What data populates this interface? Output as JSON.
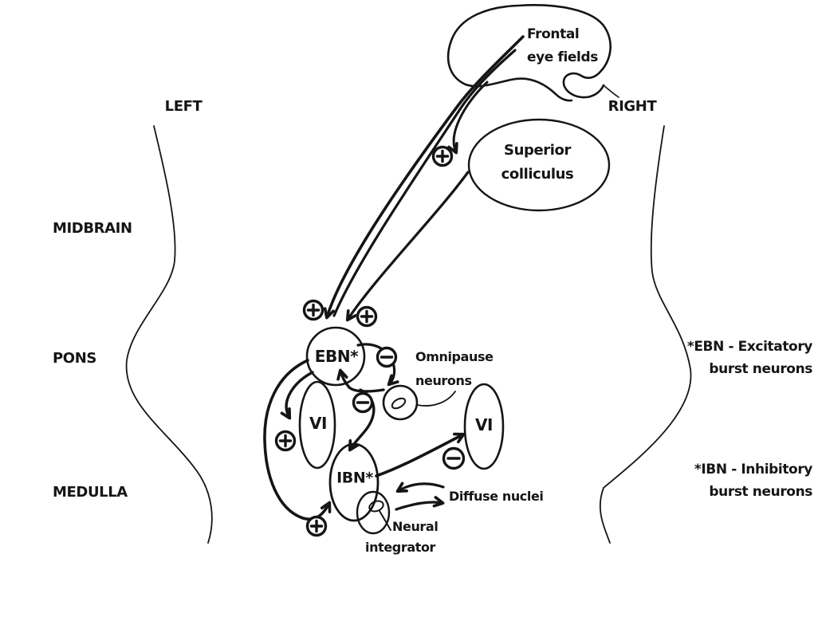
{
  "page": {
    "background": "#ffffff",
    "ink_color": "#151515",
    "description": "Hand-drawn brainstem saccade pathway diagram"
  },
  "labels": {
    "left": "LEFT",
    "right": "RIGHT",
    "midbrain": "MIDBRAIN",
    "pons": "PONS",
    "medulla": "MEDULLA"
  },
  "nodes": {
    "frontal_eye_fields": {
      "line1": "Frontal",
      "line2": "eye fields"
    },
    "superior_colliculus": {
      "line1": "Superior",
      "line2": "colliculus"
    },
    "ebn": "EBN*",
    "omnipause": {
      "line1": "Omnipause",
      "line2": "neurons"
    },
    "vi_left": "VI",
    "vi_right": "VI",
    "ibn": "IBN*",
    "diffuse_nuclei": "Diffuse nuclei",
    "neural_integrator": {
      "line1": "Neural",
      "line2": "integrator"
    }
  },
  "legend": {
    "ebn": {
      "line1": "*EBN - Excitatory",
      "line2": "burst neurons"
    },
    "ibn": {
      "line1": "*IBN - Inhibitory",
      "line2": "burst neurons"
    }
  },
  "signs": {
    "excitatory": "+",
    "inhibitory": "−"
  },
  "connections": [
    {
      "from": "Frontal eye fields",
      "to": "EBN",
      "sign": "+"
    },
    {
      "from": "Frontal eye fields",
      "to": "Superior colliculus",
      "sign": "+"
    },
    {
      "from": "Superior colliculus",
      "to": "EBN",
      "sign": "+"
    },
    {
      "from": "EBN",
      "to": "Omnipause neurons",
      "sign": "−"
    },
    {
      "from": "Omnipause neurons",
      "to": "EBN",
      "sign": "−"
    },
    {
      "from": "Omnipause neurons",
      "to": "IBN",
      "sign": "−"
    },
    {
      "from": "EBN",
      "to": "VI (left)",
      "sign": "+"
    },
    {
      "from": "EBN",
      "to": "IBN",
      "sign": "+"
    },
    {
      "from": "IBN",
      "to": "VI (right)",
      "sign": "−"
    },
    {
      "from": "IBN",
      "to": "Diffuse nuclei",
      "sign": "bidirectional"
    }
  ]
}
